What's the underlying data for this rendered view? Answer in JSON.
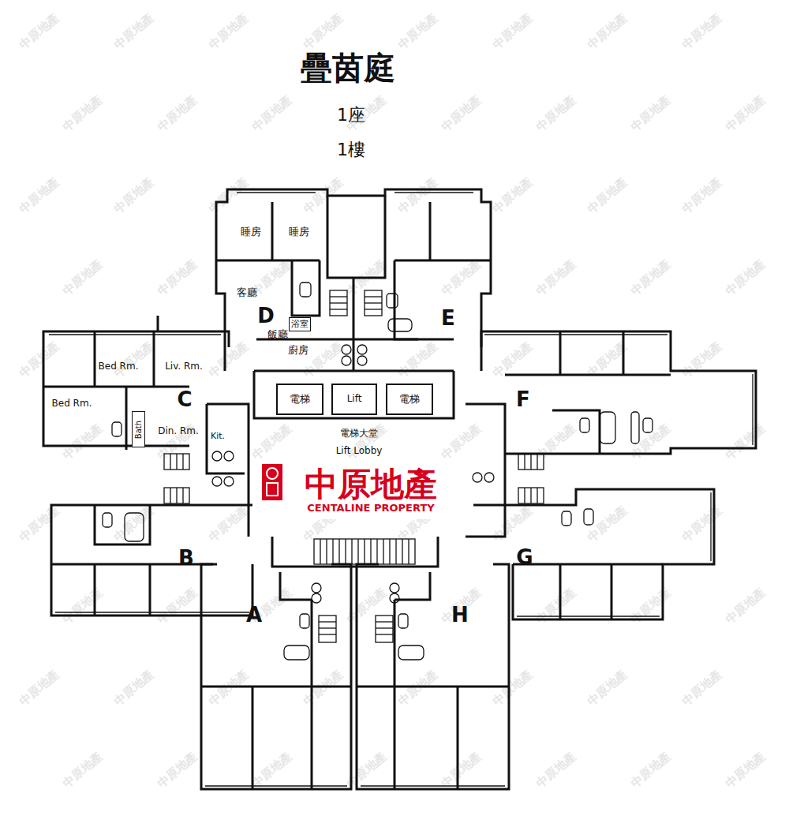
{
  "diagram": {
    "title": "疊茵庭",
    "nodes": [
      {
        "text": [
          "電梯"
        ]
      },
      {
        "text": [
          "Lift"
        ]
      },
      {
        "text": [
          "電梯"
        ]
      },
      {
        "text": [
          "浴室"
        ]
      },
      {
        "text": [
          "Bath"
        ]
      },
      {
        "text": [
          "中原地產",
          "CENTALINE PROPERTY"
        ]
      }
    ],
    "labels": [
      "1座",
      "1樓",
      "睡房",
      "睡房",
      "客廳",
      "D",
      "飯廳",
      "廚房",
      "E",
      "Bed Rm.",
      "Liv. Rm.",
      "C",
      "Bed Rm.",
      "Din. Rm.",
      "Kit.",
      "F",
      "電梯大堂",
      "Lift Lobby",
      "B",
      "G",
      "A",
      "H",
      "中原地產",
      "中原地產",
      "中原地產",
      "中原地產",
      "中原地產",
      "中原地產",
      "中原地產",
      "中原地產",
      "中原地產",
      "中原地產",
      "中原地產",
      "中原地產",
      "中原地產",
      "中原地產",
      "中原地產",
      "中原地產",
      "中原地產",
      "中原地產",
      "中原地產",
      "中原地產",
      "中原地產",
      "中原地產",
      "中原地產",
      "中原地產",
      "中原地產",
      "中原地產",
      "中原地產",
      "中原地產",
      "中原地產",
      "中原地產",
      "中原地產",
      "中原地產",
      "中原地產",
      "中原地產",
      "中原地產",
      "中原地產",
      "中原地產",
      "中原地產",
      "中原地產",
      "中原地產",
      "中原地產",
      "中原地產",
      "中原地產",
      "中原地產",
      "中原地產",
      "中原地產",
      "中原地產",
      "中原地產",
      "中原地產",
      "中原地產",
      "中原地產",
      "中原地產",
      "中原地產",
      "中原地產",
      "中原地產",
      "中原地產",
      "中原地產",
      "中原地產",
      "中原地產",
      "中原地產",
      "中原地產",
      "中原地產",
      "中原地產",
      "中原地產",
      "中原地產",
      "中原地產",
      "中原地產",
      "中原地產",
      "中原地產",
      "中原地產",
      "中原地產",
      "中原地產",
      "中原地產",
      "中原地產",
      "中原地產",
      "中原地產",
      "中原地產",
      "中原地產",
      "中原地產",
      "中原地產"
    ]
  }
}
